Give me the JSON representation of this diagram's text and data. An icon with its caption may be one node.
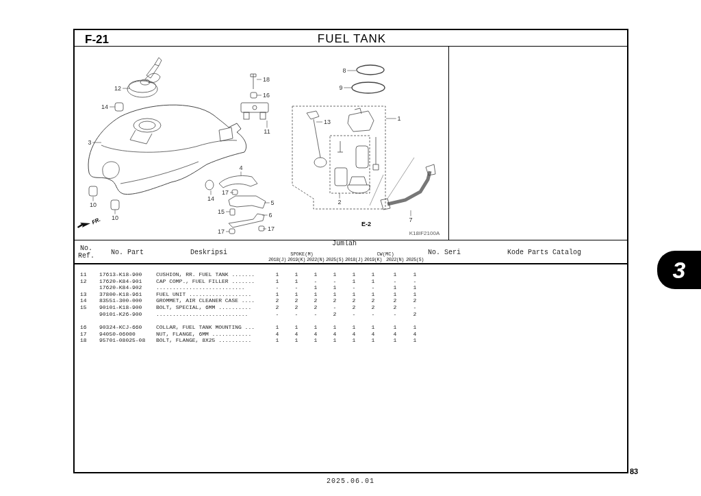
{
  "diagram": {
    "title": "FUEL TANK",
    "nodes": [
      {
        "text": [
          "12"
        ]
      },
      {
        "text": [
          "18"
        ]
      },
      {
        "text": [
          "16"
        ]
      },
      {
        "text": [
          "8"
        ]
      },
      {
        "text": [
          "9"
        ]
      },
      {
        "text": [
          "14"
        ]
      },
      {
        "text": [
          "1"
        ]
      },
      {
        "text": [
          "13"
        ]
      },
      {
        "text": [
          "11"
        ]
      },
      {
        "text": [
          "3"
        ]
      },
      {
        "text": [
          "4"
        ]
      },
      {
        "text": [
          "14"
        ]
      },
      {
        "text": [
          "17"
        ]
      },
      {
        "text": [
          "5"
        ]
      },
      {
        "text": [
          "2"
        ]
      },
      {
        "text": [
          "10"
        ]
      },
      {
        "text": [
          "15"
        ]
      },
      {
        "text": [
          "6"
        ]
      },
      {
        "text": [
          "10"
        ]
      },
      {
        "text": [
          "7"
        ]
      },
      {
        "text": [
          "17"
        ]
      },
      {
        "text": [
          "17"
        ]
      }
    ],
    "edges": [
      {
        "from": 0,
        "to": null,
        "arrow": "none"
      },
      {
        "from": 1,
        "to": null,
        "arrow": "none"
      },
      {
        "from": 2,
        "to": null,
        "arrow": "none"
      },
      {
        "from": 3,
        "to": null,
        "arrow": "none"
      },
      {
        "from": 4,
        "to": null,
        "arrow": "none"
      },
      {
        "from": 5,
        "to": null,
        "arrow": "none"
      },
      {
        "from": 6,
        "to": null,
        "arrow": "none"
      },
      {
        "from": 7,
        "to": null,
        "arrow": "none"
      },
      {
        "from": 8,
        "to": null,
        "arrow": "none"
      },
      {
        "from": 9,
        "to": null,
        "arrow": "none"
      },
      {
        "from": 10,
        "to": null,
        "arrow": "none"
      },
      {
        "from": 11,
        "to": null,
        "arrow": "none"
      },
      {
        "from": 12,
        "to": null,
        "arrow": "none"
      },
      {
        "from": 13,
        "to": null,
        "arrow": "none"
      },
      {
        "from": 14,
        "to": null,
        "arrow": "none"
      },
      {
        "from": 15,
        "to": null,
        "arrow": "none"
      },
      {
        "from": 16,
        "to": null,
        "arrow": "none"
      },
      {
        "from": 17,
        "to": null,
        "arrow": "none"
      },
      {
        "from": 18,
        "to": null,
        "arrow": "none"
      },
      {
        "from": 19,
        "to": null,
        "arrow": "none"
      },
      {
        "from": 20,
        "to": null,
        "arrow": "none"
      },
      {
        "from": 21,
        "to": null,
        "arrow": "none"
      }
    ],
    "labels": [
      "F-21",
      "No. Ref.",
      "No. Part",
      "Deskripsi",
      "Jumlah",
      "SPOKE(M)",
      "CW(MC)",
      "2018(J)",
      "2019(K)",
      "2022(N)",
      "2025(S)",
      "2018(J)",
      "2019(K)",
      "2022(N)",
      "2025(S)",
      "No. Seri",
      "Kode Parts Catalog",
      "11",
      "17613-K18-900",
      "CUSHION, RR. FUEL TANK .......",
      "1",
      "1",
      "1",
      "1",
      "1",
      "1",
      "1",
      "1",
      "12",
      "17620-K84-901",
      "CAP COMP., FUEL FILLER .......",
      "1",
      "1",
      "-",
      "-",
      "1",
      "1",
      "-",
      "-",
      "17620-K84-902",
      "...........................",
      "-",
      "-",
      "1",
      "1",
      "-",
      "-",
      "1",
      "1",
      "13",
      "37800-K18-961",
      "FUEL UNIT ...................",
      "1",
      "1",
      "1",
      "1",
      "1",
      "1",
      "1",
      "1",
      "14",
      "83551-300-000",
      "GROMMET, AIR CLEANER CASE ....",
      "2",
      "2",
      "2",
      "2",
      "2",
      "2",
      "2",
      "2",
      "15",
      "90101-K18-900",
      "BOLT, SPECIAL, 6MM ..........",
      "2",
      "2",
      "2",
      "-",
      "2",
      "2",
      "2",
      "-",
      "90101-K26-900",
      "............................",
      "-",
      "-",
      "-",
      "2",
      "-",
      "-",
      "-",
      "2",
      "16",
      "90324-KCJ-660",
      "COLLAR, FUEL TANK MOUNTING ...",
      "1",
      "1",
      "1",
      "1",
      "1",
      "1",
      "1",
      "1",
      "17",
      "94050-06000",
      "NUT, FLANGE, 6MM ............",
      "4",
      "4",
      "4",
      "4",
      "4",
      "4",
      "4",
      "4",
      "18",
      "95701-08025-08",
      "BOLT, FLANGE, 8X25 ..........",
      "1",
      "1",
      "1",
      "1",
      "1",
      "1",
      "1",
      "1",
      "K18IF2100A",
      "E-2",
      "FR.",
      "3",
      "83",
      "2025.06.01"
    ]
  }
}
